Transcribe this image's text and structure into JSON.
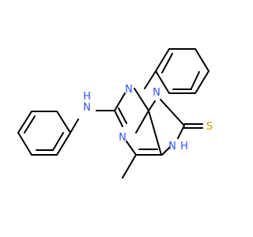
{
  "molecule": {
    "atoms": {
      "n3": "N",
      "n1": "N",
      "n9": "N",
      "n7h": "N",
      "h7": "H",
      "nh": "N",
      "hn": "H",
      "s": "S"
    }
  },
  "colors": {
    "nitrogen": "#3050F8",
    "sulfur": "#C8A000",
    "bond": "#000000"
  }
}
